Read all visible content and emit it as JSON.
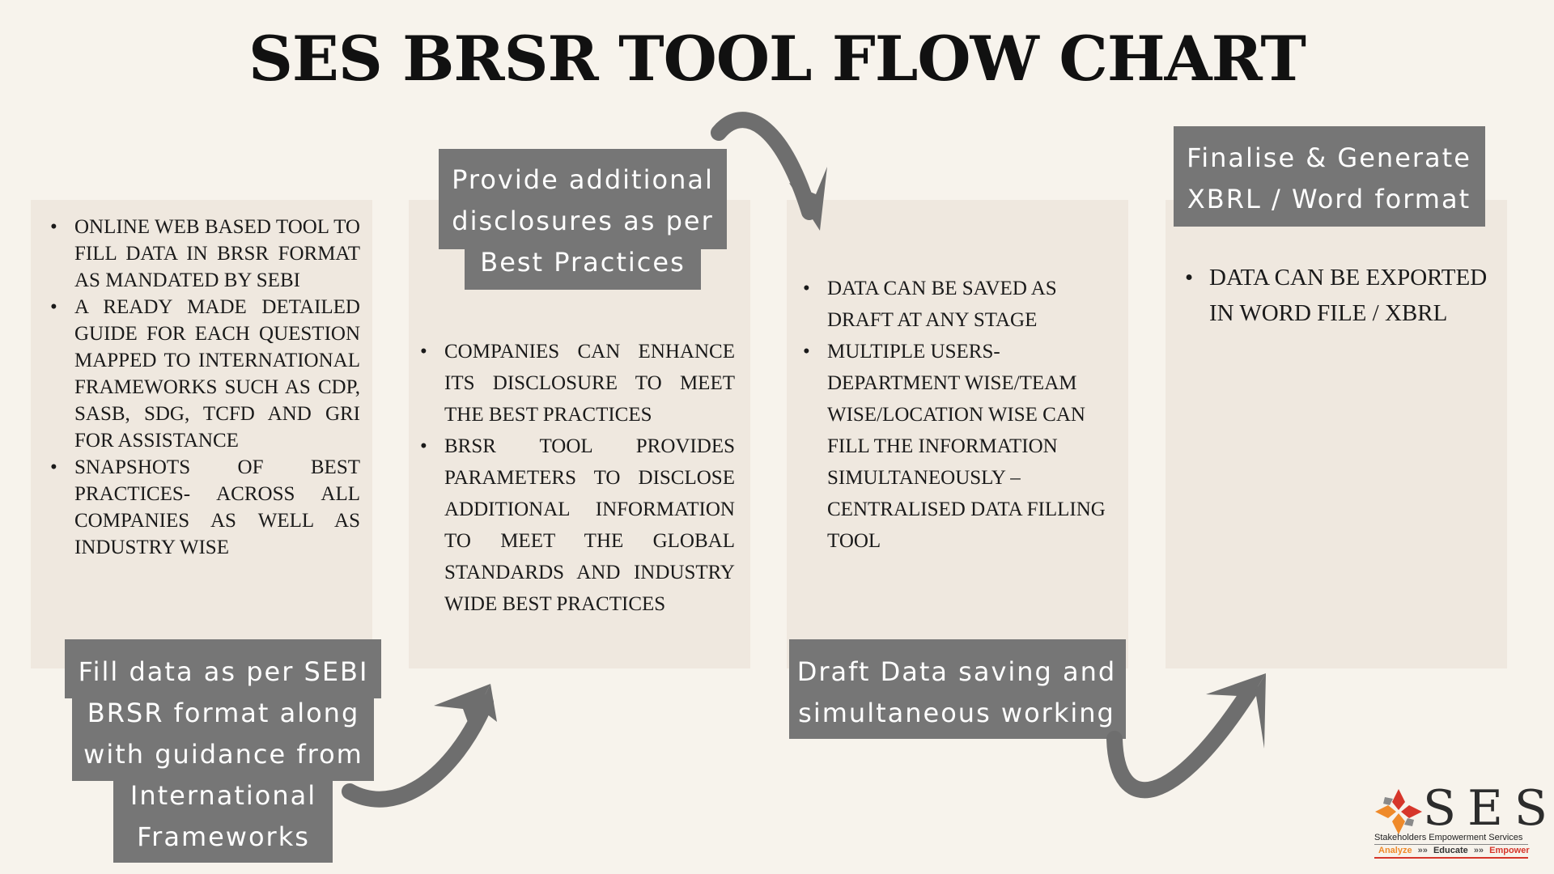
{
  "title": "SES BRSR TOOL FLOW CHART",
  "steps": [
    {
      "tag_lines": [
        "Fill data as per SEBI",
        "BRSR format along",
        "with guidance from",
        "International",
        "Frameworks"
      ],
      "bullets": [
        "ONLINE WEB BASED TOOL TO FILL DATA IN BRSR FORMAT AS MANDATED BY SEBI",
        "A READY MADE DETAILED GUIDE FOR EACH QUESTION MAPPED TO INTERNATIONAL FRAMEWORKS SUCH AS CDP, SASB, SDG, TCFD AND GRI FOR ASSISTANCE",
        "SNAPSHOTS OF BEST PRACTICES- ACROSS ALL COMPANIES AS WELL AS INDUSTRY WISE"
      ]
    },
    {
      "tag_lines": [
        "Provide additional",
        "disclosures as per",
        "Best Practices"
      ],
      "bullets": [
        "COMPANIES CAN ENHANCE ITS DISCLOSURE TO MEET THE BEST PRACTICES",
        "BRSR TOOL PROVIDES PARAMETERS TO DISCLOSE ADDITIONAL INFORMATION TO MEET THE GLOBAL STANDARDS AND INDUSTRY WIDE BEST PRACTICES"
      ]
    },
    {
      "tag_lines": [
        "Draft Data saving and",
        "simultaneous working"
      ],
      "bullets": [
        "DATA CAN BE SAVED AS DRAFT AT ANY STAGE",
        "MULTIPLE USERS- DEPARTMENT WISE/TEAM WISE/LOCATION WISE CAN FILL THE INFORMATION SIMULTANEOUSLY – CENTRALISED DATA FILLING TOOL"
      ]
    },
    {
      "tag_lines": [
        "Finalise & Generate",
        "XBRL / Word format"
      ],
      "bullets": [
        "DATA CAN BE EXPORTED IN WORD FILE / XBRL"
      ]
    }
  ],
  "logo": {
    "letters": "SES",
    "subtitle": "Stakeholders Empowerment Services",
    "tagline": [
      "Analyze",
      "»»",
      "Educate",
      "»»",
      "Empower"
    ]
  },
  "colors": {
    "background": "#f7f3ec",
    "panel": "#efe8df",
    "tag": "#767676",
    "arrow": "#6e6e6e",
    "logo_red": "#d6362b",
    "logo_orange": "#ef8a2a"
  }
}
